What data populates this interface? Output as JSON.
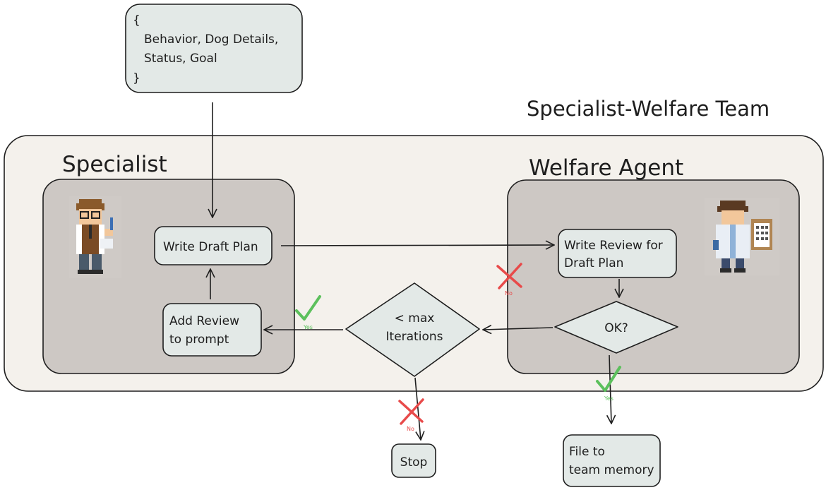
{
  "input_box": {
    "lines": [
      "{",
      "Behavior, Dog Details,",
      "Status, Goal",
      "}"
    ]
  },
  "team": {
    "title": "Specialist-Welfare Team"
  },
  "specialist": {
    "title": "Specialist",
    "avatar_icon": "pixel-art-specialist-icon",
    "write_plan": "Write Draft Plan",
    "add_review": [
      "Add Review",
      "to prompt"
    ]
  },
  "welfare": {
    "title": "Welfare Agent",
    "avatar_icon": "pixel-art-doctor-with-clipboard-icon",
    "write_review": [
      "Write Review for",
      "Draft Plan"
    ],
    "ok": "OK?"
  },
  "iterations": {
    "lines": [
      "< max",
      "Iterations"
    ]
  },
  "stop": "Stop",
  "file_memory": [
    "File to",
    "team memory"
  ],
  "marks": {
    "yes": "Yes",
    "no": "No"
  },
  "colors": {
    "team_bg": "#f4f1ec",
    "inner_bg": "#cdc8c4",
    "node_bg": "#e3e9e7",
    "check": "#5cc05c",
    "cross": "#e84a4a"
  }
}
